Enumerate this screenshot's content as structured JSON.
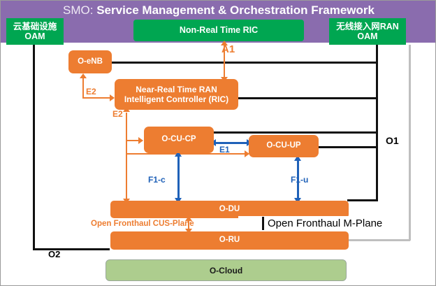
{
  "header": {
    "smo_prefix": "SMO: ",
    "smo_title": "Service Management & Orchestration Framework",
    "bar_color": "#8a6cae"
  },
  "green_boxes": [
    {
      "id": "cloud-oam",
      "label": "云基础设施\nOAM",
      "line1": "云基础设施",
      "line2": "OAM",
      "color": "#00a651"
    },
    {
      "id": "nrt-ric",
      "label": "Non-Real Time RIC",
      "color": "#00a651"
    },
    {
      "id": "ran-oam",
      "label": "无线接入网RAN\nOAM",
      "line1": "无线接入网RAN",
      "line2": "OAM",
      "color": "#00a651"
    }
  ],
  "orange_boxes": [
    {
      "id": "o-enb",
      "label": "O-eNB"
    },
    {
      "id": "nrt-ran-ric",
      "line1": "Near-Real Time RAN",
      "line2": "Intelligent Controller (RIC)"
    },
    {
      "id": "o-cu-cp",
      "label": "O-CU-CP"
    },
    {
      "id": "o-cu-up",
      "label": "O-CU-UP"
    },
    {
      "id": "o-du",
      "label": "O-DU"
    },
    {
      "id": "o-ru",
      "label": "O-RU"
    }
  ],
  "cloud": {
    "label": "O-Cloud",
    "color": "#adcd8e"
  },
  "interfaces": {
    "a1": "A1",
    "e2_a": "E2",
    "e2_b": "E2",
    "e1": "E1",
    "f1c": "F1-c",
    "f1u": "F1-u",
    "o1": "O1",
    "o2": "O2",
    "cus_plane": "Open Fronthaul CUS-Plane",
    "m_plane": "Open Fronthaul M-Plane"
  },
  "colors": {
    "orange": "#ED7D31",
    "blue": "#1F61B8",
    "green": "#00a651",
    "purple": "#8a6cae",
    "cloud_green": "#adcd8e",
    "black": "#111111",
    "gray": "#bfbfbf"
  }
}
